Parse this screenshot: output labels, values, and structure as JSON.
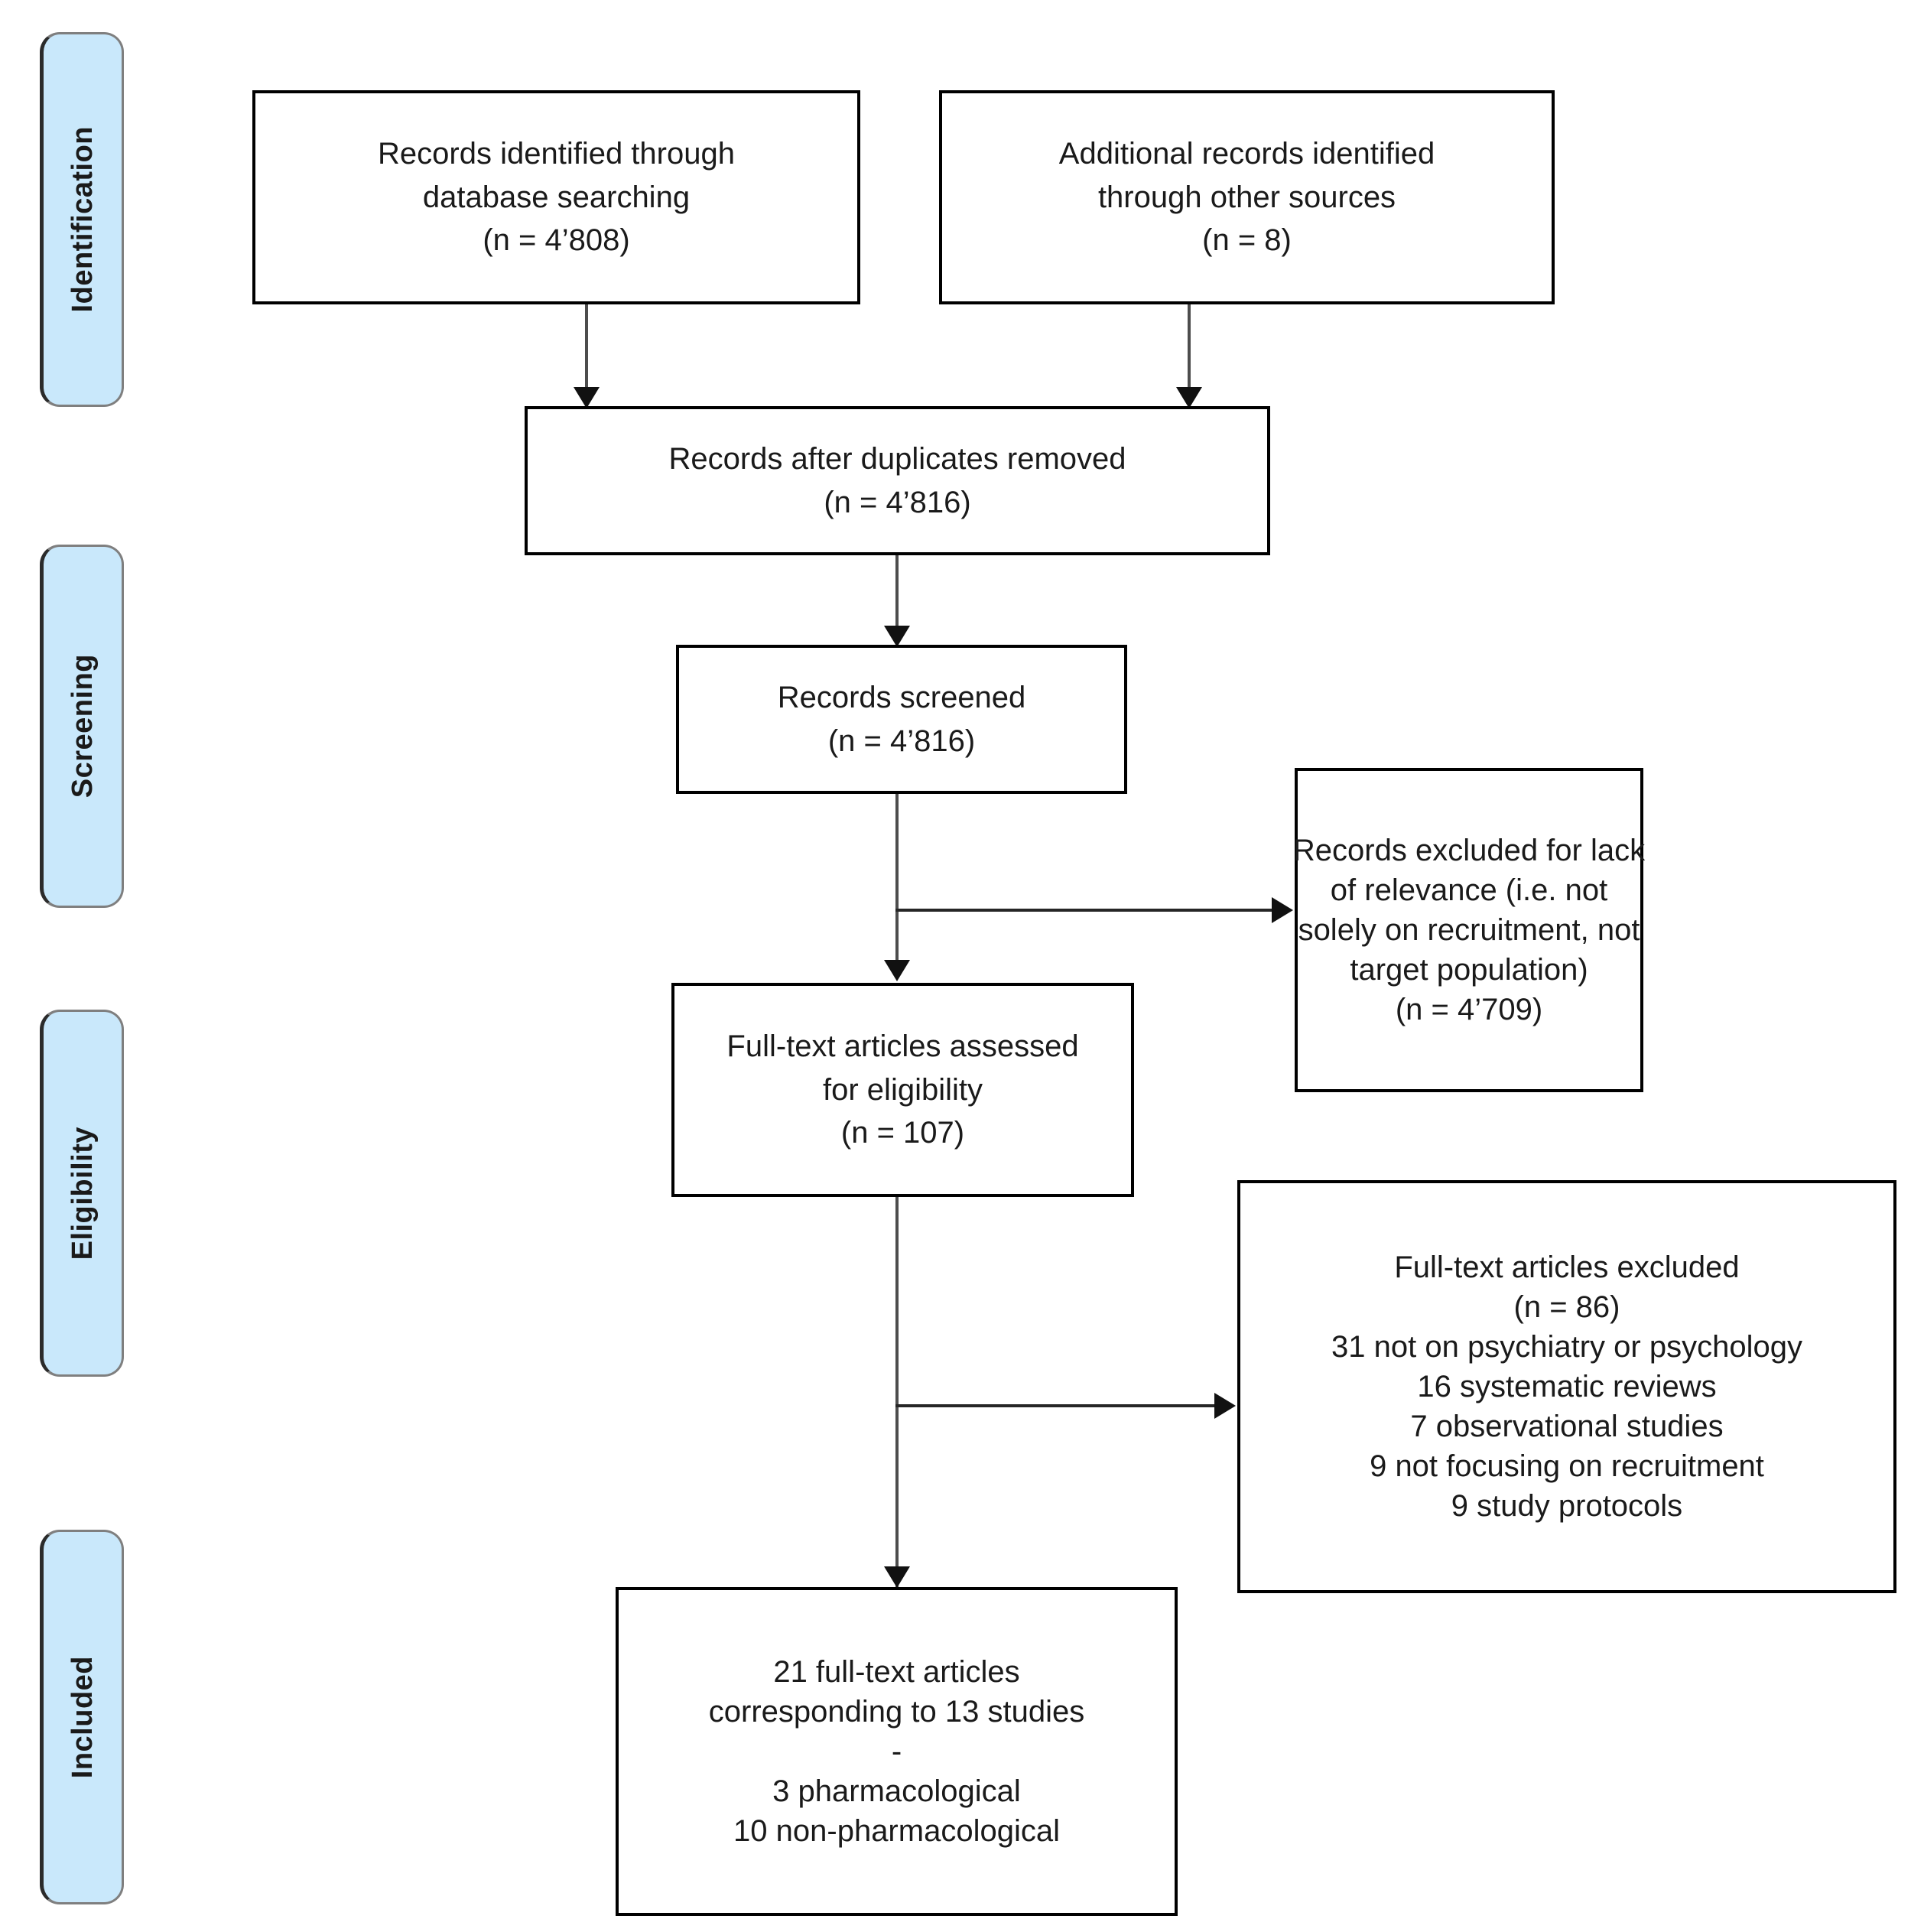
{
  "diagram": {
    "type": "prisma-flow-diagram",
    "title": "PRISMA study selection flow diagram"
  },
  "stages": [
    {
      "id": "identification",
      "label": "Identification"
    },
    {
      "id": "screening",
      "label": "Screening"
    },
    {
      "id": "eligibility",
      "label": "Eligibility"
    },
    {
      "id": "included",
      "label": "Included"
    }
  ],
  "boxes": {
    "database_search": {
      "lines": [
        "Records identified through",
        "database searching",
        "(n = 4’808)"
      ]
    },
    "other_sources": {
      "lines": [
        "Additional records identified",
        "through other sources",
        "(n = 8)"
      ]
    },
    "after_duplicates": {
      "lines": [
        "Records after duplicates removed",
        "(n = 4’816)"
      ]
    },
    "records_screened": {
      "lines": [
        "Records screened",
        "(n = 4’816)"
      ]
    },
    "records_excluded": {
      "lines": [
        "Records excluded for lack",
        "of relevance (i.e. not",
        "solely on recruitment, not",
        "target population)",
        "(n = 4’709)"
      ]
    },
    "fulltext_assessed": {
      "lines": [
        "Full-text articles assessed",
        "for eligibility",
        "(n = 107)"
      ]
    },
    "fulltext_excluded": {
      "lines": [
        "Full-text articles excluded",
        "(n = 86)",
        "31 not on psychiatry or psychology",
        "16 systematic reviews",
        "7 observational studies",
        "9 not focusing on recruitment",
        "9 study protocols"
      ]
    },
    "included_studies": {
      "lines": [
        "21 full-text articles",
        "corresponding to 13 studies",
        "-",
        "3 pharmacological",
        "10 non-pharmacological"
      ]
    }
  },
  "colors": {
    "stage_fill": "#c9e8fb",
    "stage_border": "#7f7f7f",
    "box_border": "#000000",
    "connector": "#262626",
    "text": "#1a1a1a"
  }
}
